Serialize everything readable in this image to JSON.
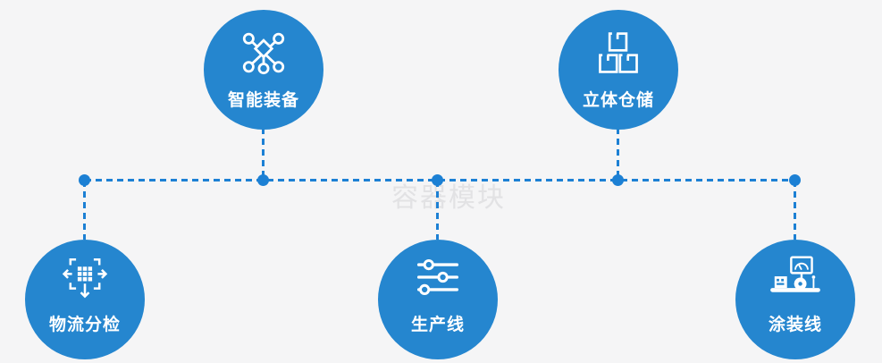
{
  "watermark": "容器模块",
  "colors": {
    "background": "#f5f5f6",
    "node_fill": "#2586cf",
    "connector": "#1c80d4",
    "label_text": "#ffffff",
    "watermark_text": "#e2e2e4"
  },
  "nodes": [
    {
      "label": "智能装备",
      "icon": "network-nodes-icon",
      "position": "top-left"
    },
    {
      "label": "立体仓储",
      "icon": "stacked-boxes-icon",
      "position": "top-right"
    },
    {
      "label": "物流分检",
      "icon": "sorting-dispatch-icon",
      "position": "bottom-left"
    },
    {
      "label": "生产线",
      "icon": "sliders-icon",
      "position": "bottom-center"
    },
    {
      "label": "涂装线",
      "icon": "machine-monitor-icon",
      "position": "bottom-right"
    }
  ]
}
